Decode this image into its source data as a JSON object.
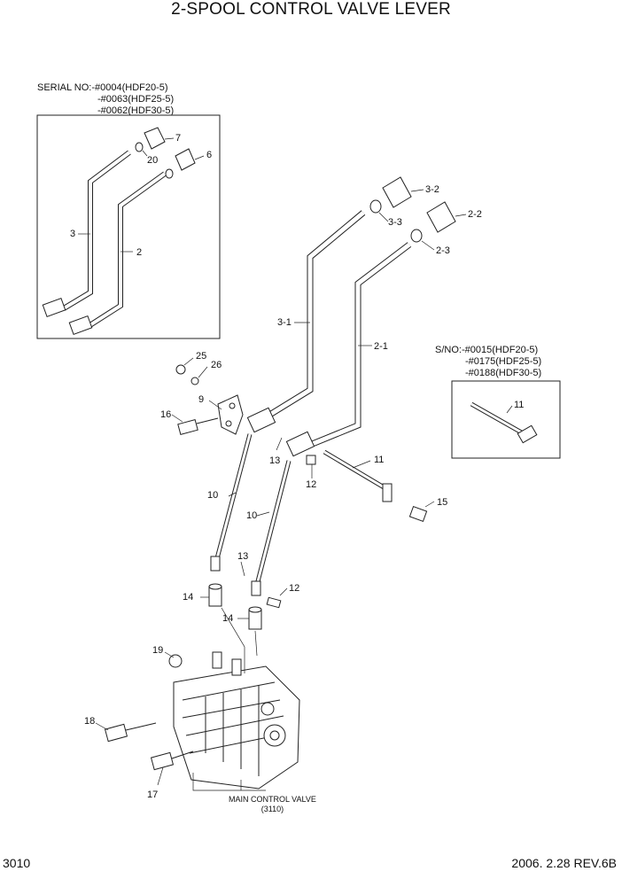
{
  "title": "2-SPOOL CONTROL VALVE LEVER",
  "serial_note": {
    "line1": "SERIAL NO:-#0004(HDF20-5)",
    "line2": "-#0063(HDF25-5)",
    "line3": "-#0062(HDF30-5)"
  },
  "sno_note": {
    "line1": "S/NO:-#0015(HDF20-5)",
    "line2": "-#0175(HDF25-5)",
    "line3": "-#0188(HDF30-5)"
  },
  "labels": {
    "p7": "7",
    "p20": "20",
    "p6": "6",
    "p3": "3",
    "p2": "2",
    "p3_2": "3-2",
    "p3_3": "3-3",
    "p2_2": "2-2",
    "p2_3": "2-3",
    "p3_1": "3-1",
    "p2_1": "2-1",
    "p25": "25",
    "p26": "26",
    "p9": "9",
    "p16": "16",
    "p13a": "13",
    "p12a": "12",
    "p11a": "11",
    "p15": "15",
    "p11b": "11",
    "p10a": "10",
    "p10b": "10",
    "p13b": "13",
    "p12b": "12",
    "p14a": "14",
    "p14b": "14",
    "p19": "19",
    "p18": "18",
    "p17": "17"
  },
  "main_valve": {
    "line1": "MAIN CONTROL VALVE",
    "line2": "(3110)"
  },
  "footer": {
    "page": "3010",
    "date_rev": "2006. 2.28  REV.6B"
  }
}
